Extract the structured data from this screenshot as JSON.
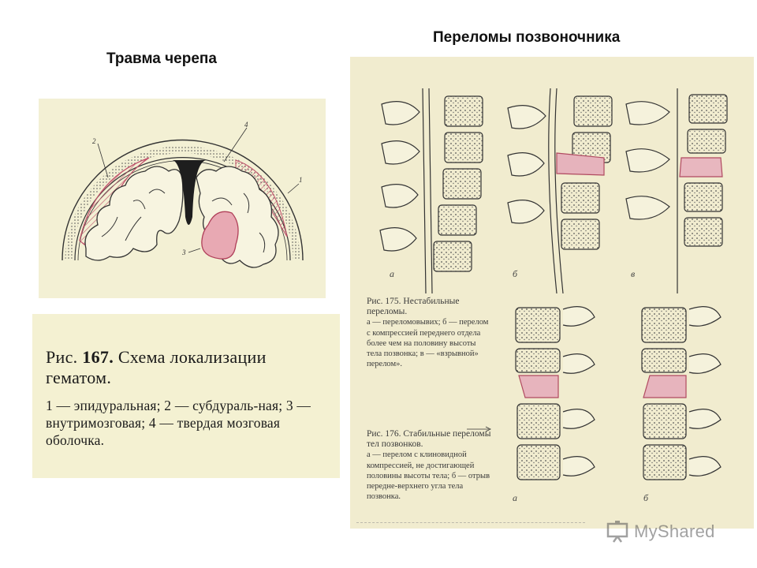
{
  "headings": {
    "skull": "Травма черепа",
    "spine": "Переломы позвоночника"
  },
  "skull_figure": {
    "labels": [
      "1",
      "2",
      "3",
      "4"
    ],
    "colors": {
      "hematoma": "#c0506a",
      "paper": "#f3f0d4",
      "ink": "#3a3a3a"
    }
  },
  "caption167": {
    "title_prefix": "Рис.",
    "title_num": "167.",
    "title_rest": "Схема локализации гематом.",
    "body": "1 — эпидуральная; 2 — субдураль-ная; 3 — внутримозговая; 4 — твердая мозговая оболочка."
  },
  "spine_figure": {
    "top_letters": [
      "а",
      "б",
      "в"
    ],
    "bottom_letters": [
      "а",
      "б"
    ],
    "colors": {
      "fracture": "#c07080"
    }
  },
  "caption175": {
    "head": "Рис. 175. Нестабильные переломы.",
    "body": "а — переломовывих; б — перелом с компрессией переднего отдела более чем на половину высоты тела позвонка; в — «взрывной» перелом»."
  },
  "caption176": {
    "head": "Рис. 176. Стабильные переломы тел позвонков.",
    "body": "а — перелом с клиновидной компрессией, не достигающей половины высоты тела; б — отрыв передне-верхнего угла тела позвонка."
  },
  "watermark": {
    "text": "MyShared"
  }
}
